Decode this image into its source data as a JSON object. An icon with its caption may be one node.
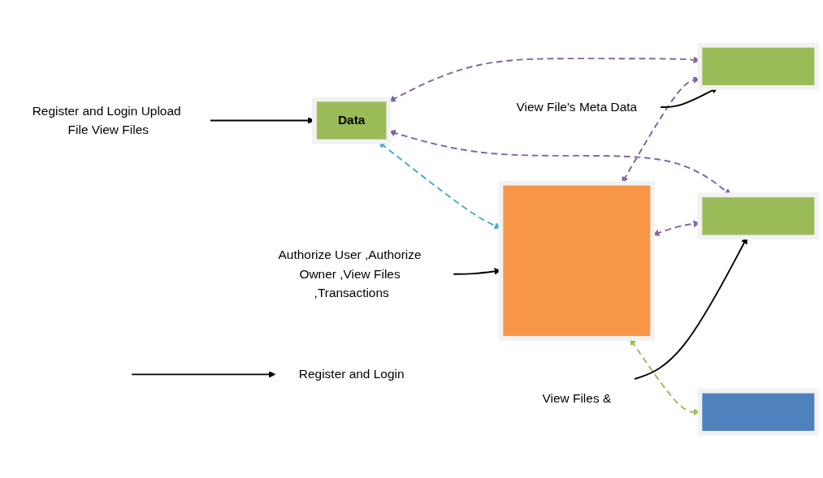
{
  "diagram": {
    "nodes": [
      {
        "text": [
          "Data"
        ]
      },
      {
        "text": [],
        "shape": "box"
      },
      {
        "text": [],
        "shape": "bar"
      },
      {
        "text": [],
        "shape": "bar"
      },
      {
        "text": [],
        "shape": "bar"
      },
      {
        "text": [
          "Register and Login Upload File View Files"
        ]
      },
      {
        "text": [
          "Authorize User ,Authorize Owner ,View Files ,Transactions"
        ]
      },
      {
        "text": [
          "Register and Login"
        ]
      },
      {
        "text": [
          "View File's Meta Data"
        ]
      },
      {
        "text": [
          "View Files &"
        ]
      }
    ],
    "edges": [
      {
        "from": 0,
        "to": 1,
        "arrow": "both",
        "style": "dashed",
        "color": "#4bacc6"
      },
      {
        "from": 0,
        "to": 2,
        "arrow": "both",
        "style": "dashed",
        "color": "#8064a2"
      },
      {
        "from": 0,
        "to": 3,
        "arrow": "both",
        "style": "dashed",
        "color": "#8064a2"
      },
      {
        "from": 1,
        "to": 2,
        "arrow": "both",
        "style": "dashed",
        "color": "#8064a2"
      },
      {
        "from": 1,
        "to": 3,
        "arrow": "both",
        "style": "dashed",
        "color": "#8064a2"
      },
      {
        "from": 1,
        "to": 4,
        "arrow": "both",
        "style": "dashed",
        "color": "#9bbb59"
      },
      {
        "from": 5,
        "to": 0,
        "arrow": "to",
        "color": "#000000"
      },
      {
        "from": 6,
        "to": 1,
        "arrow": "to",
        "color": "#000000"
      },
      {
        "from": null,
        "to": 7,
        "arrow": "to",
        "color": "#000000"
      },
      {
        "from": 8,
        "to": 2,
        "arrow": "to",
        "color": "#000000"
      },
      {
        "from": 9,
        "to": 3,
        "arrow": "to",
        "color": "#000000"
      }
    ]
  }
}
